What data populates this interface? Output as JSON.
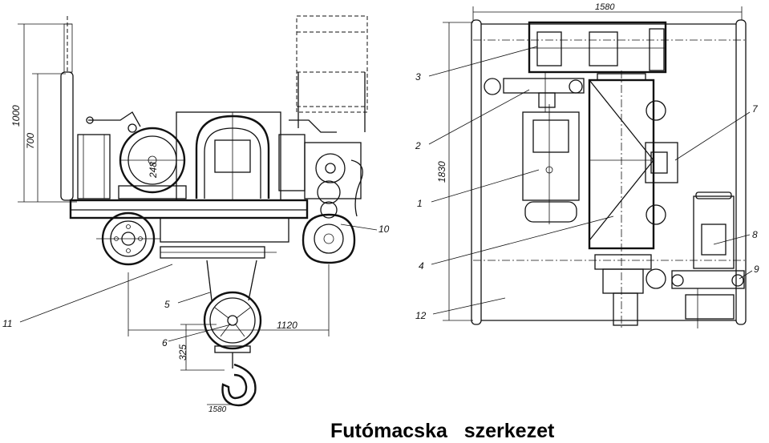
{
  "caption": "Futómacska   szerkezet",
  "dimensions": {
    "height_1000": "1000",
    "height_700": "700",
    "drum_248": "248",
    "span_1120": "1120",
    "hook_325": "325",
    "bottom_1580": "1580",
    "top_1580": "1580",
    "depth_1830": "1830"
  },
  "part_numbers": {
    "p1": "1",
    "p2": "2",
    "p3": "3",
    "p4": "4",
    "p5": "5",
    "p6": "6",
    "p7": "7",
    "p8": "8",
    "p9": "9",
    "p10": "10",
    "p11": "11",
    "p12": "12"
  }
}
